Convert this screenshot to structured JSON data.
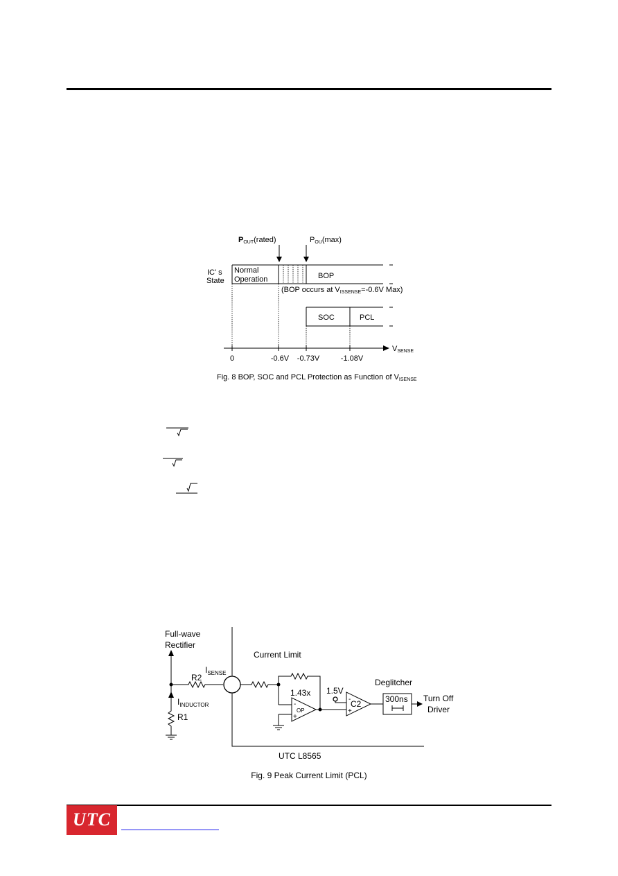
{
  "fig8": {
    "caption_main": "Fig. 8 BOP, SOC and PCL Protection as Function of V",
    "caption_sub": "ISENSE",
    "pout_rated_p": "P",
    "pout_rated_sub": "OUT",
    "pout_rated_suffix": "(rated)",
    "pout_max_p": "P",
    "pout_max_sub": "OU",
    "pout_max_suffix": "(max)",
    "state_label_1": "IC' s",
    "state_label_2": "State",
    "normal_1": "Normal",
    "normal_2": "Operation",
    "bop": "BOP",
    "bop_note_pre": "(BOP occurs at V",
    "bop_note_sub": "ISSENSE",
    "bop_note_post": "=-0.6V Max)",
    "soc": "SOC",
    "pcl": "PCL",
    "axis_v": "V",
    "axis_sub": "SENSE",
    "ticks": [
      "0",
      "-0.6V",
      "-0.73V",
      "-1.08V"
    ]
  },
  "fig9": {
    "caption": "Fig. 9 Peak Current Limit (PCL)",
    "fullwave_1": "Full-wave",
    "fullwave_2": "Rectifier",
    "current_limit": "Current Limit",
    "i_sense": "I",
    "i_sense_sub": "SENSE",
    "r2": "R2",
    "i_inductor": "I",
    "i_inductor_sub": "INDUCTOR",
    "r1": "R1",
    "gain": "1.43x",
    "opamp": "OP",
    "opamp_minus": "-",
    "opamp_plus": "+",
    "vref": "1.5V",
    "comp": "C2",
    "comp_minus": "-",
    "comp_plus": "+",
    "deglitcher": "Deglitcher",
    "deglitch_time": "300ns",
    "turnoff_1": "Turn Off",
    "turnoff_2": "Driver",
    "chip": "UTC L8565"
  },
  "footer": {
    "logo": "UTC"
  },
  "colors": {
    "logo_red": "#d8262e",
    "link_blue": "#1a1aee"
  }
}
